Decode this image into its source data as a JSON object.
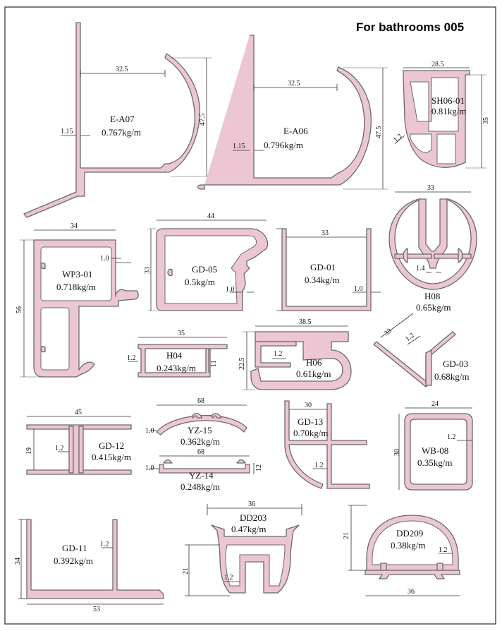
{
  "sheet": {
    "title": "For bathrooms 005"
  },
  "profiles": {
    "ea07": {
      "code": "E-A07",
      "weight": "0.767kg/m",
      "width": "32.5",
      "height": "47.5",
      "wall": "1.15"
    },
    "ea06": {
      "code": "E-A06",
      "weight": "0.796kg/m",
      "width": "32.5",
      "height": "47.5",
      "wall": "1.15"
    },
    "sh06": {
      "code": "SH06-01",
      "weight": "0.81kg/m",
      "width": "28.5",
      "height": "35",
      "wall": "1.2"
    },
    "wp3": {
      "code": "WP3-01",
      "weight": "0.718kg/m",
      "width": "34",
      "height": "56",
      "wall": "1.0"
    },
    "gd05": {
      "code": "GD-05",
      "weight": "0.5kg/m",
      "width": "44",
      "height": "33",
      "wall": "1.0"
    },
    "gd01": {
      "code": "GD-01",
      "weight": "0.34kg/m",
      "width": "33",
      "wall": "1.0"
    },
    "h08": {
      "code": "H08",
      "weight": "0.65kg/m",
      "width": "33",
      "wall": "1.4"
    },
    "h04": {
      "code": "H04",
      "weight": "0.243kg/m",
      "width": "35",
      "height": "11",
      "wall": "1.2"
    },
    "h06": {
      "code": "H06",
      "weight": "0.61kg/m",
      "width": "38.5",
      "height": "22.5",
      "wall": "1.2"
    },
    "gd03": {
      "code": "GD-03",
      "weight": "0.68kg/m",
      "width": "33",
      "wall": "1.2"
    },
    "gd12": {
      "code": "GD-12",
      "weight": "0.415kg/m",
      "width": "45",
      "height": "19",
      "wall": "1.2"
    },
    "yz15": {
      "code": "YZ-15",
      "weight": "0.362kg/m",
      "width": "68",
      "wall": "1.0"
    },
    "yz14": {
      "code": "YZ-14",
      "weight": "0.248kg/m",
      "width": "68",
      "height": "12",
      "wall": "1.0"
    },
    "gd13": {
      "code": "GD-13",
      "weight": "0.70kg/m",
      "width": "30",
      "wall": "1.2"
    },
    "wb08": {
      "code": "WB-08",
      "weight": "0.35kg/m",
      "width": "24",
      "height": "30",
      "wall": "1.2"
    },
    "gd11": {
      "code": "GD-11",
      "weight": "0.392kg/m",
      "width": "53",
      "height": "34",
      "wall": "1.2"
    },
    "dd203": {
      "code": "DD203",
      "weight": "0.47kg/m",
      "width": "36",
      "height": "21",
      "wall": "1.2"
    },
    "dd209": {
      "code": "DD209",
      "weight": "0.38kg/m",
      "width": "36",
      "height": "21",
      "wall": "1.2"
    }
  }
}
